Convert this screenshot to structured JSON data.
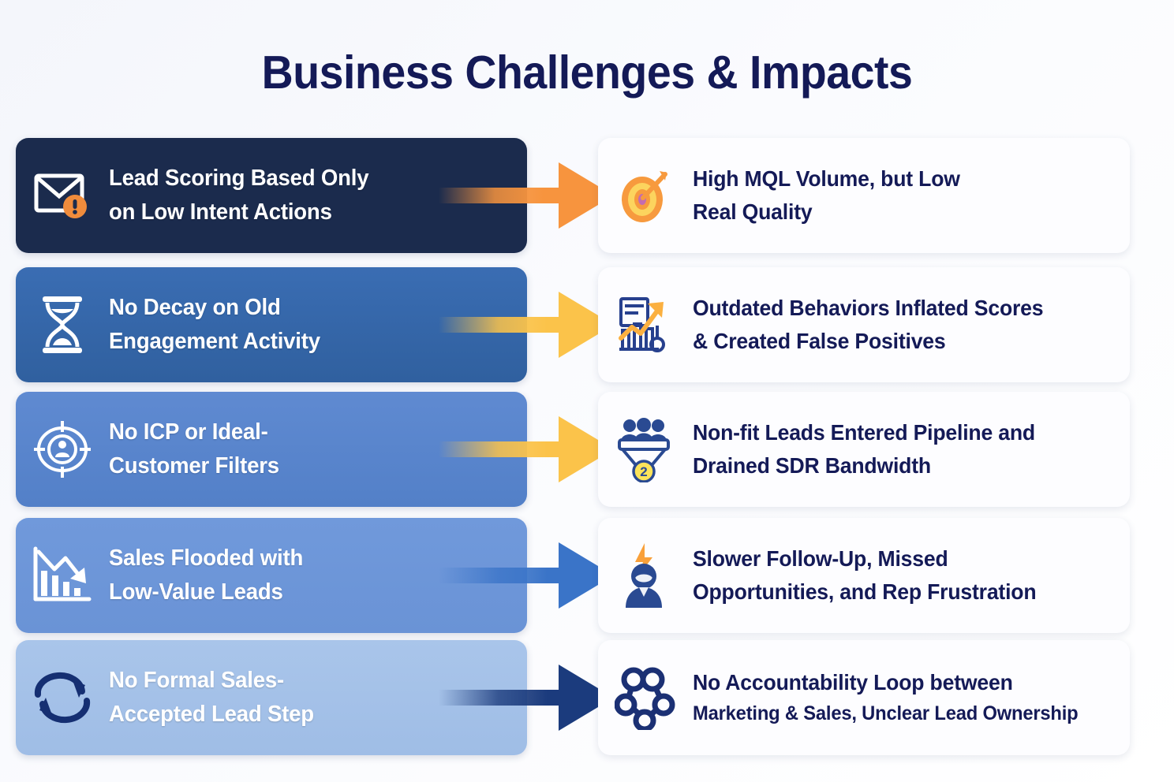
{
  "title": "Business Challenges & Impacts",
  "theme": {
    "title_color": "#141a57",
    "impact_text_color": "#141a57",
    "background": "#f7f8fc"
  },
  "rows": [
    {
      "challenge": {
        "line1": "Lead Scoring Based Only",
        "line2": "on Low Intent Actions",
        "icon": "envelope-alert-icon",
        "color": "#1b2b4d"
      },
      "arrow": {
        "name": "arrow-right-orange",
        "color": "#f7943e"
      },
      "impact": {
        "line1": "High MQL Volume, but Low",
        "line2": "Real Quality",
        "icon": "bullseye-target-icon"
      }
    },
    {
      "challenge": {
        "line1": "No Decay on Old",
        "line2": "Engagement Activity",
        "icon": "hourglass-icon",
        "color": "#3467ad"
      },
      "arrow": {
        "name": "arrow-right-yellow",
        "color": "#fbc34a"
      },
      "impact": {
        "line1": "Outdated Behaviors Inflated Scores",
        "line2": "& Created False Positives",
        "icon": "chart-rising-arrow-icon"
      }
    },
    {
      "challenge": {
        "line1": "No ICP or Ideal-",
        "line2": "Customer Filters",
        "icon": "crosshair-person-icon",
        "color": "#5a86cd"
      },
      "arrow": {
        "name": "arrow-right-yellow",
        "color": "#fbc34a"
      },
      "impact": {
        "line1": "Non-fit Leads Entered Pipeline and",
        "line2": "Drained SDR Bandwidth",
        "icon": "funnel-people-icon",
        "badge": "2"
      }
    },
    {
      "challenge": {
        "line1": "Sales Flooded with",
        "line2": "Low-Value Leads",
        "icon": "declining-bar-chart-icon",
        "color": "#6d97d8"
      },
      "arrow": {
        "name": "arrow-right-blue",
        "color": "#3a74c8"
      },
      "impact": {
        "line1": "Slower Follow-Up, Missed",
        "line2": "Opportunities, and Rep Frustration",
        "icon": "stressed-person-icon"
      }
    },
    {
      "challenge": {
        "line1": "No Formal Sales-",
        "line2": "Accepted Lead Step",
        "icon": "refresh-cycle-icon",
        "color": "#a4c1e8"
      },
      "arrow": {
        "name": "arrow-right-navy",
        "color": "#1b3b7d"
      },
      "impact": {
        "line1": "No Accountability Loop between",
        "line2": "Marketing & Sales, Unclear Lead Ownership",
        "icon": "network-nodes-icon"
      }
    }
  ]
}
